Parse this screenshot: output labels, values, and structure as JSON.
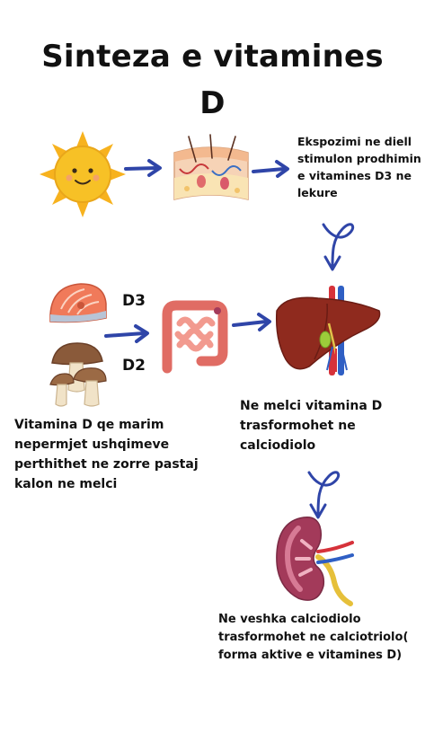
{
  "title": {
    "line1": "Sinteza e vitamines",
    "line2": "D"
  },
  "captions": {
    "sun_skin": "Ekspozimi ne diell stimulon prodhimin e vitamines D3 ne lekure",
    "food": "Vitamina D qe marim nepermjet ushqimeve perthithet ne zorre pastaj kalon ne melci",
    "liver": "Ne melci vitamina D trasformohet ne calciodiolo",
    "kidney": "Ne veshka calciodiolo trasformohet ne calciotriolo( forma aktive e vitamines D)"
  },
  "labels": {
    "d3": "D3",
    "d2": "D2"
  },
  "colors": {
    "arrow": "#2f45a8",
    "sun": "#f7c126",
    "liver": "#8f2a1e",
    "kidney": "#a33a5a",
    "intestine": "#e8857c",
    "salmon": "#f07a5a",
    "mushroom": "#8a5a3a"
  },
  "icons": [
    "sun-icon",
    "skin-icon",
    "salmon-icon",
    "mushroom-icon",
    "intestine-icon",
    "liver-icon",
    "kidney-icon"
  ]
}
